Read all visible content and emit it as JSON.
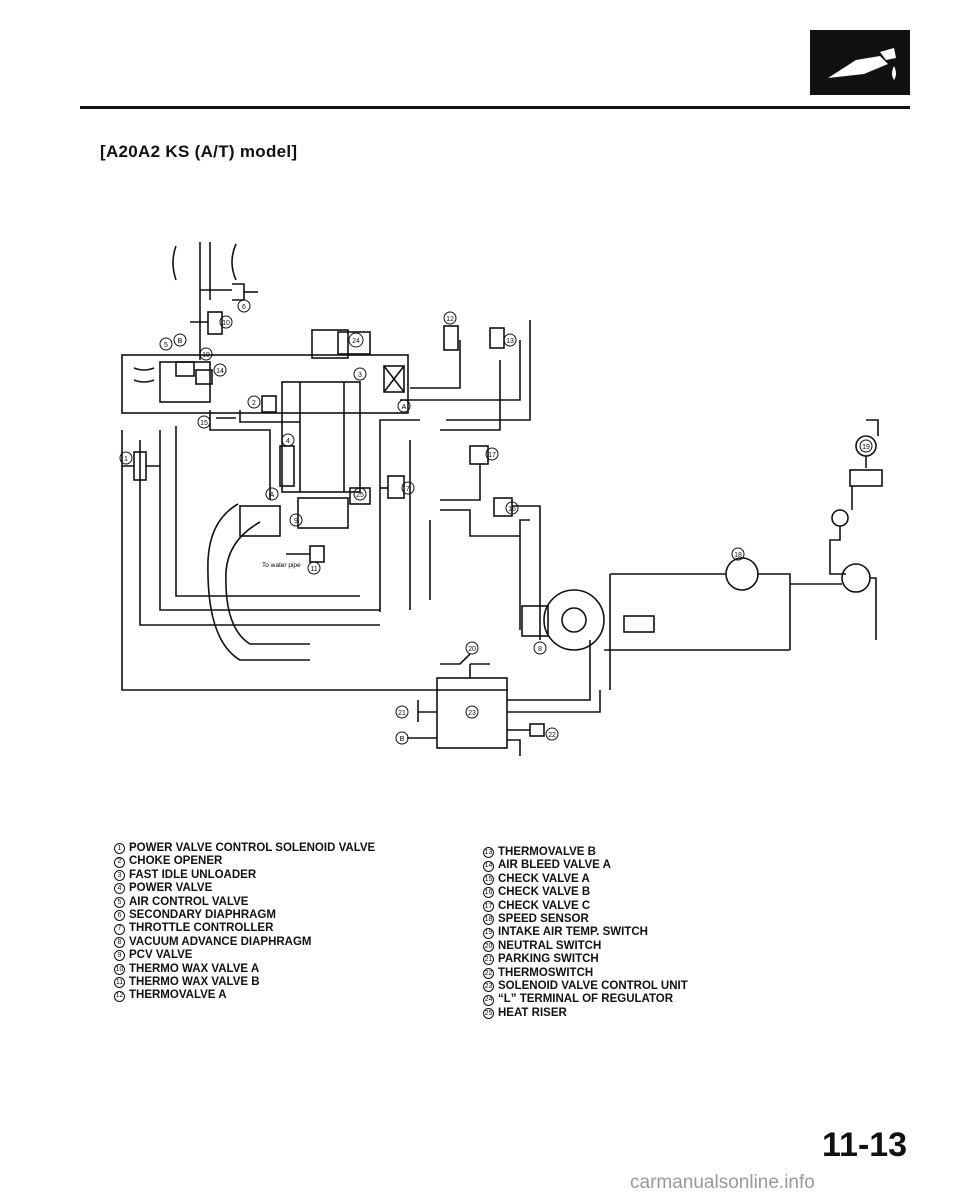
{
  "title": "[A20A2 KS (A/T) model]",
  "page_number": "11-13",
  "watermark": "carmanualsonline.info",
  "diagram_labels": {
    "to_water_pipe": "To water pipe",
    "callout_a": "A",
    "callout_b": "B"
  },
  "legend_left": [
    {
      "num": "1",
      "label": "POWER VALVE CONTROL SOLENOID VALVE"
    },
    {
      "num": "2",
      "label": "CHOKE OPENER"
    },
    {
      "num": "3",
      "label": "FAST IDLE UNLOADER"
    },
    {
      "num": "4",
      "label": "POWER VALVE"
    },
    {
      "num": "5",
      "label": "AIR CONTROL VALVE"
    },
    {
      "num": "6",
      "label": "SECONDARY DIAPHRAGM"
    },
    {
      "num": "7",
      "label": "THROTTLE CONTROLLER"
    },
    {
      "num": "8",
      "label": "VACUUM ADVANCE DIAPHRAGM"
    },
    {
      "num": "9",
      "label": "PCV VALVE"
    },
    {
      "num": "10",
      "label": "THERMO WAX VALVE A"
    },
    {
      "num": "11",
      "label": "THERMO WAX VALVE B"
    },
    {
      "num": "12",
      "label": "THERMOVALVE A"
    }
  ],
  "legend_right": [
    {
      "num": "13",
      "label": "THERMOVALVE B"
    },
    {
      "num": "14",
      "label": "AIR BLEED VALVE A"
    },
    {
      "num": "15",
      "label": "CHECK VALVE A"
    },
    {
      "num": "16",
      "label": "CHECK VALVE B"
    },
    {
      "num": "17",
      "label": "CHECK VALVE C"
    },
    {
      "num": "18",
      "label": "SPEED SENSOR"
    },
    {
      "num": "19",
      "label": "INTAKE AIR TEMP. SWITCH"
    },
    {
      "num": "20",
      "label": "NEUTRAL SWITCH"
    },
    {
      "num": "21",
      "label": "PARKING SWITCH"
    },
    {
      "num": "22",
      "label": "THERMOSWITCH"
    },
    {
      "num": "23",
      "label": "SOLENOID VALVE CONTROL UNIT"
    },
    {
      "num": "24",
      "label": "“L” TERMINAL OF REGULATOR"
    },
    {
      "num": "25",
      "label": "HEAT RISER"
    }
  ]
}
